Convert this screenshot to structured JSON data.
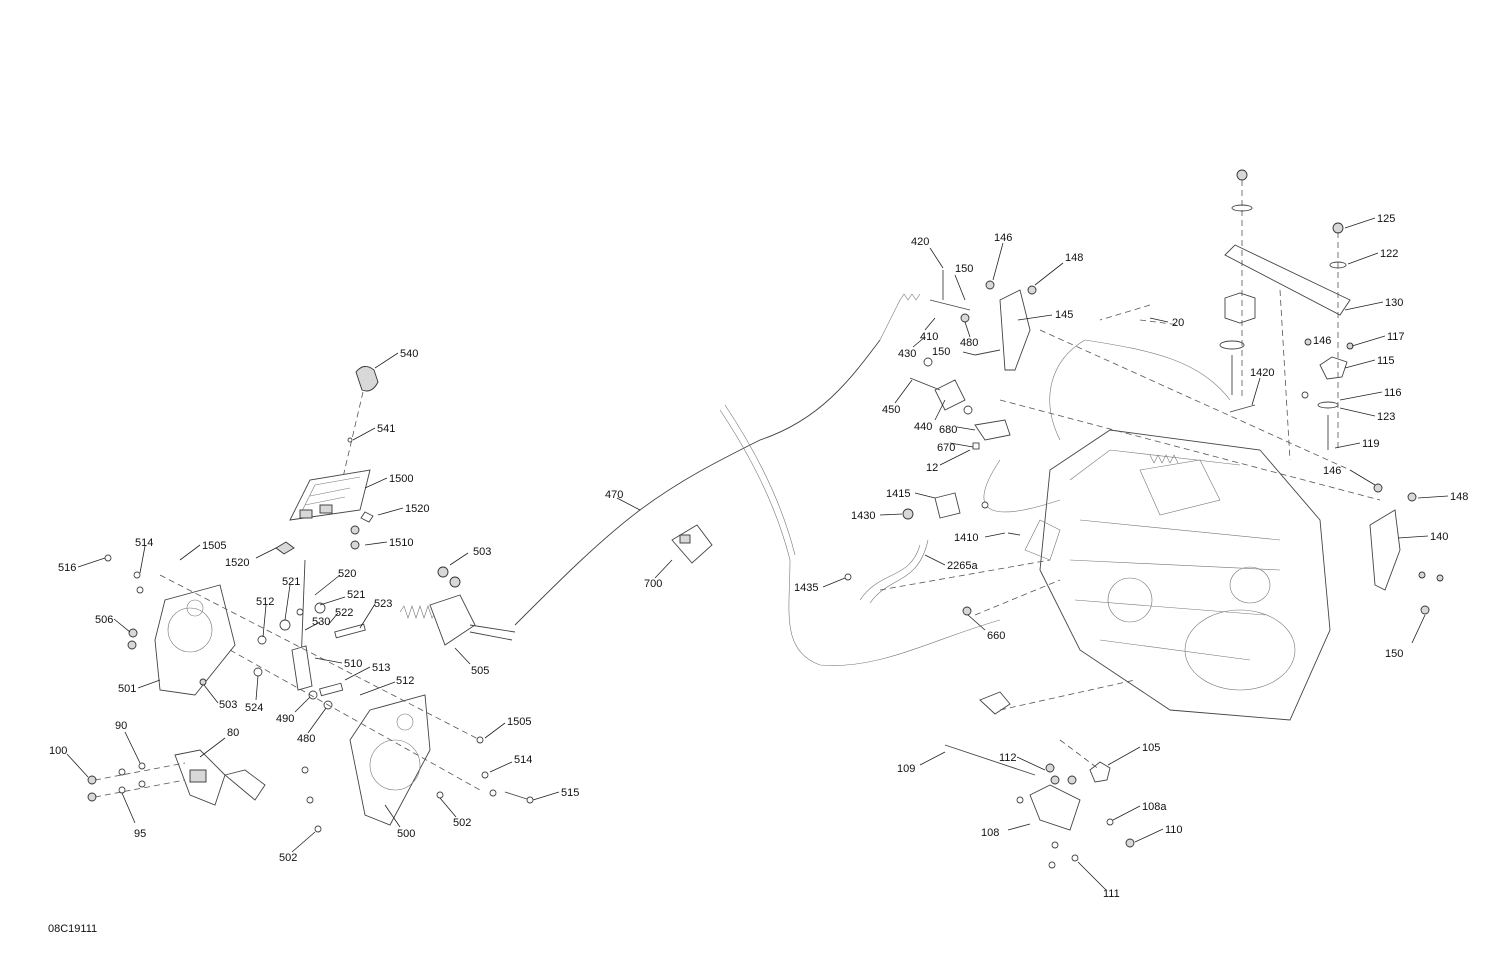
{
  "diagram": {
    "reference_code": "08C19111",
    "callouts": [
      "540",
      "541",
      "1500",
      "1520",
      "1510",
      "1505",
      "1520",
      "514",
      "516",
      "506",
      "501",
      "503",
      "512",
      "521",
      "520",
      "521",
      "522",
      "523",
      "530",
      "510",
      "513",
      "512",
      "524",
      "490",
      "480",
      "503",
      "505",
      "1505",
      "514",
      "515",
      "502",
      "500",
      "502",
      "90",
      "80",
      "100",
      "95",
      "470",
      "700",
      "420",
      "146",
      "150",
      "148",
      "145",
      "410",
      "480",
      "430",
      "150",
      "450",
      "440",
      "680",
      "670",
      "12",
      "20",
      "1420",
      "125",
      "122",
      "130",
      "146",
      "117",
      "115",
      "116",
      "123",
      "119",
      "146",
      "148",
      "140",
      "150",
      "1415",
      "1430",
      "1410",
      "2265a",
      "1435",
      "660",
      "105",
      "109",
      "112",
      "108a",
      "110",
      "108",
      "111"
    ]
  }
}
